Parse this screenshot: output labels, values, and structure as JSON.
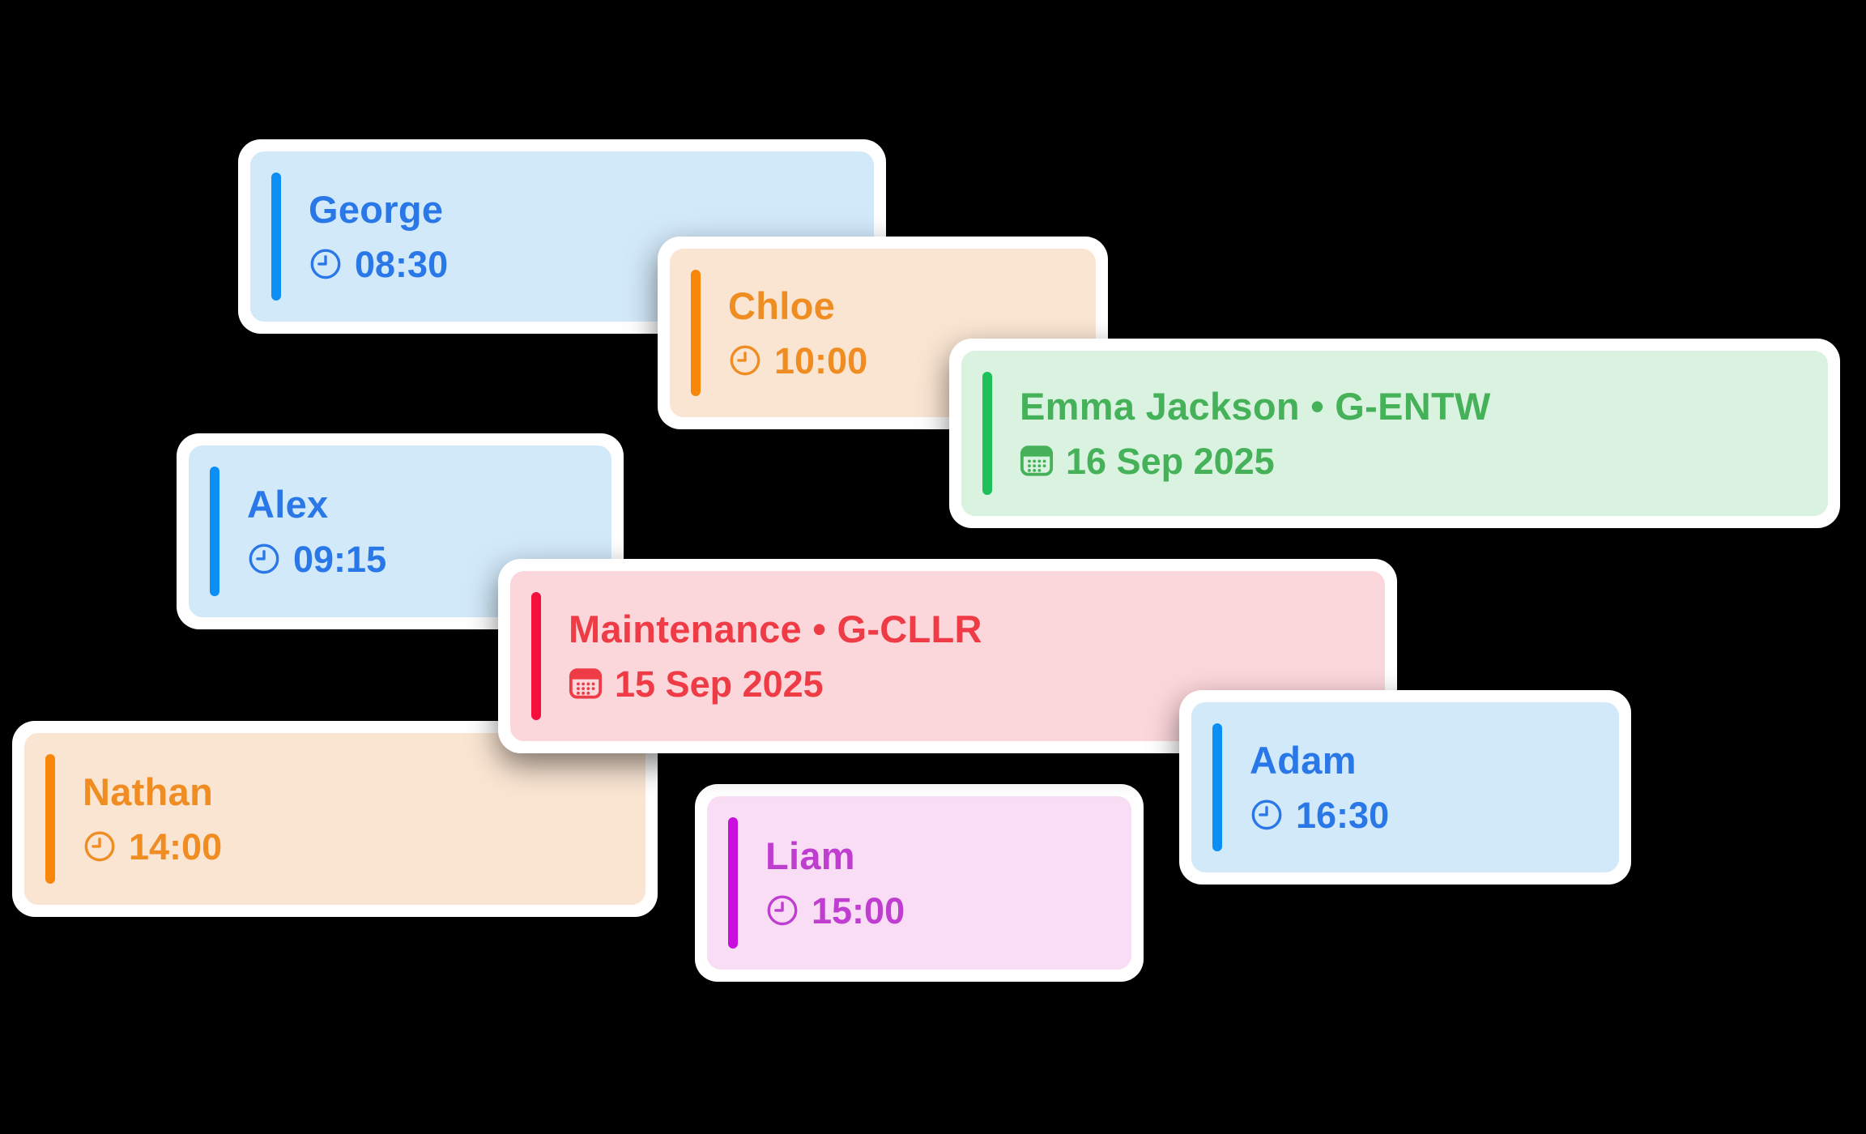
{
  "scene": {
    "background": "#000000",
    "card_frame_color": "#ffffff"
  },
  "cards": [
    {
      "id": "george",
      "title": "George",
      "detail": "08:30",
      "icon": "clock-icon",
      "colors": {
        "accent": "#0c8ef5",
        "text": "#2a78e8",
        "bg": "#d2e9fa"
      }
    },
    {
      "id": "chloe",
      "title": "Chloe",
      "detail": "10:00",
      "icon": "clock-icon",
      "colors": {
        "accent": "#f8860a",
        "text": "#ef8d22",
        "bg": "#fae5d2"
      }
    },
    {
      "id": "emma",
      "title": "Emma Jackson • G-ENTW",
      "detail": "16 Sep 2025",
      "icon": "calendar-icon",
      "colors": {
        "accent": "#1ec05a",
        "text": "#45b159",
        "bg": "#daf2e0"
      }
    },
    {
      "id": "alex",
      "title": "Alex",
      "detail": "09:15",
      "icon": "clock-icon",
      "colors": {
        "accent": "#0c8ef5",
        "text": "#2a78e8",
        "bg": "#d2e9fa"
      }
    },
    {
      "id": "maintenance",
      "title": "Maintenance • G-CLLR",
      "detail": "15 Sep 2025",
      "icon": "calendar-icon",
      "colors": {
        "accent": "#f40f3d",
        "text": "#ee3b45",
        "bg": "#fbd6da"
      }
    },
    {
      "id": "nathan",
      "title": "Nathan",
      "detail": "14:00",
      "icon": "clock-icon",
      "colors": {
        "accent": "#f8860a",
        "text": "#ef8d22",
        "bg": "#fae5d2"
      }
    },
    {
      "id": "adam",
      "title": "Adam",
      "detail": "16:30",
      "icon": "clock-icon",
      "colors": {
        "accent": "#0c8ef5",
        "text": "#2a78e8",
        "bg": "#d2e9fa"
      }
    },
    {
      "id": "liam",
      "title": "Liam",
      "detail": "15:00",
      "icon": "clock-icon",
      "colors": {
        "accent": "#ca0edd",
        "text": "#bf3ed0",
        "bg": "#f8ddf5"
      }
    }
  ]
}
